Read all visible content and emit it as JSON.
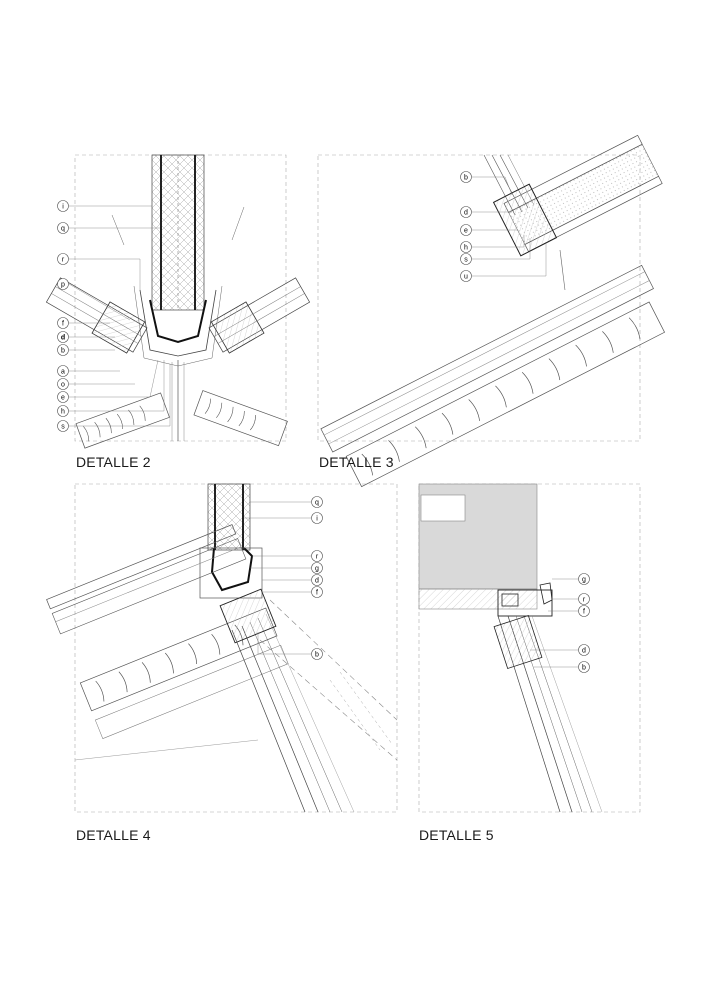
{
  "details": [
    {
      "caption": "DETALLE 2",
      "labels": [
        "i",
        "q",
        "r",
        "p",
        "f",
        "d",
        "b",
        "a",
        "o",
        "e",
        "h",
        "s"
      ]
    },
    {
      "caption": "DETALLE 3",
      "labels": [
        "b",
        "d",
        "e",
        "h",
        "s",
        "u"
      ]
    },
    {
      "caption": "DETALLE 4",
      "labels": [
        "q",
        "i",
        "r",
        "g",
        "d",
        "f",
        "b"
      ]
    },
    {
      "caption": "DETALLE 5",
      "labels": [
        "g",
        "r",
        "f",
        "d",
        "b"
      ]
    }
  ]
}
